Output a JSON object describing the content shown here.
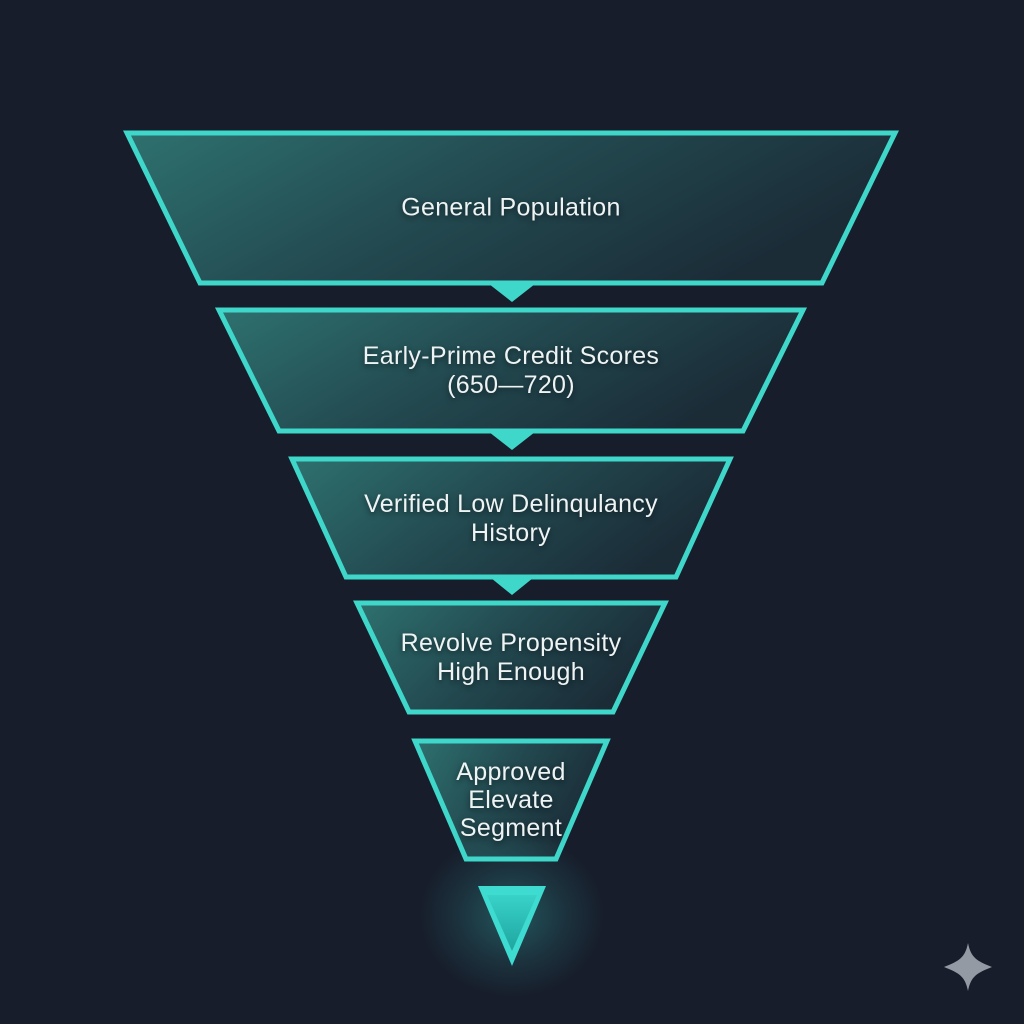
{
  "diagram": {
    "kind": "inverted-funnel",
    "funnel": {
      "levels": [
        {
          "lines": [
            "General Population"
          ]
        },
        {
          "lines": [
            "Early-Prime Credit Scores",
            "(650—720)"
          ]
        },
        {
          "lines": [
            "Verified Low Delinqulancy",
            "History"
          ]
        },
        {
          "lines": [
            "Revolve Propensity",
            "High Enough"
          ]
        },
        {
          "lines": [
            "Approved",
            "Elevate",
            "Segment"
          ]
        }
      ]
    },
    "icons": {
      "exit_arrow": "down-arrow-icon",
      "watermark": "sparkle-icon"
    },
    "colors": {
      "background": "#171d2b",
      "outline": "#3fd7ca",
      "fill_left": "#2e716f",
      "fill_right": "#1b2c37",
      "connector": "#3fd7ca",
      "arrow": "#3edbd0",
      "text": "#eef3f3",
      "sparkle": "#939aa4"
    }
  }
}
